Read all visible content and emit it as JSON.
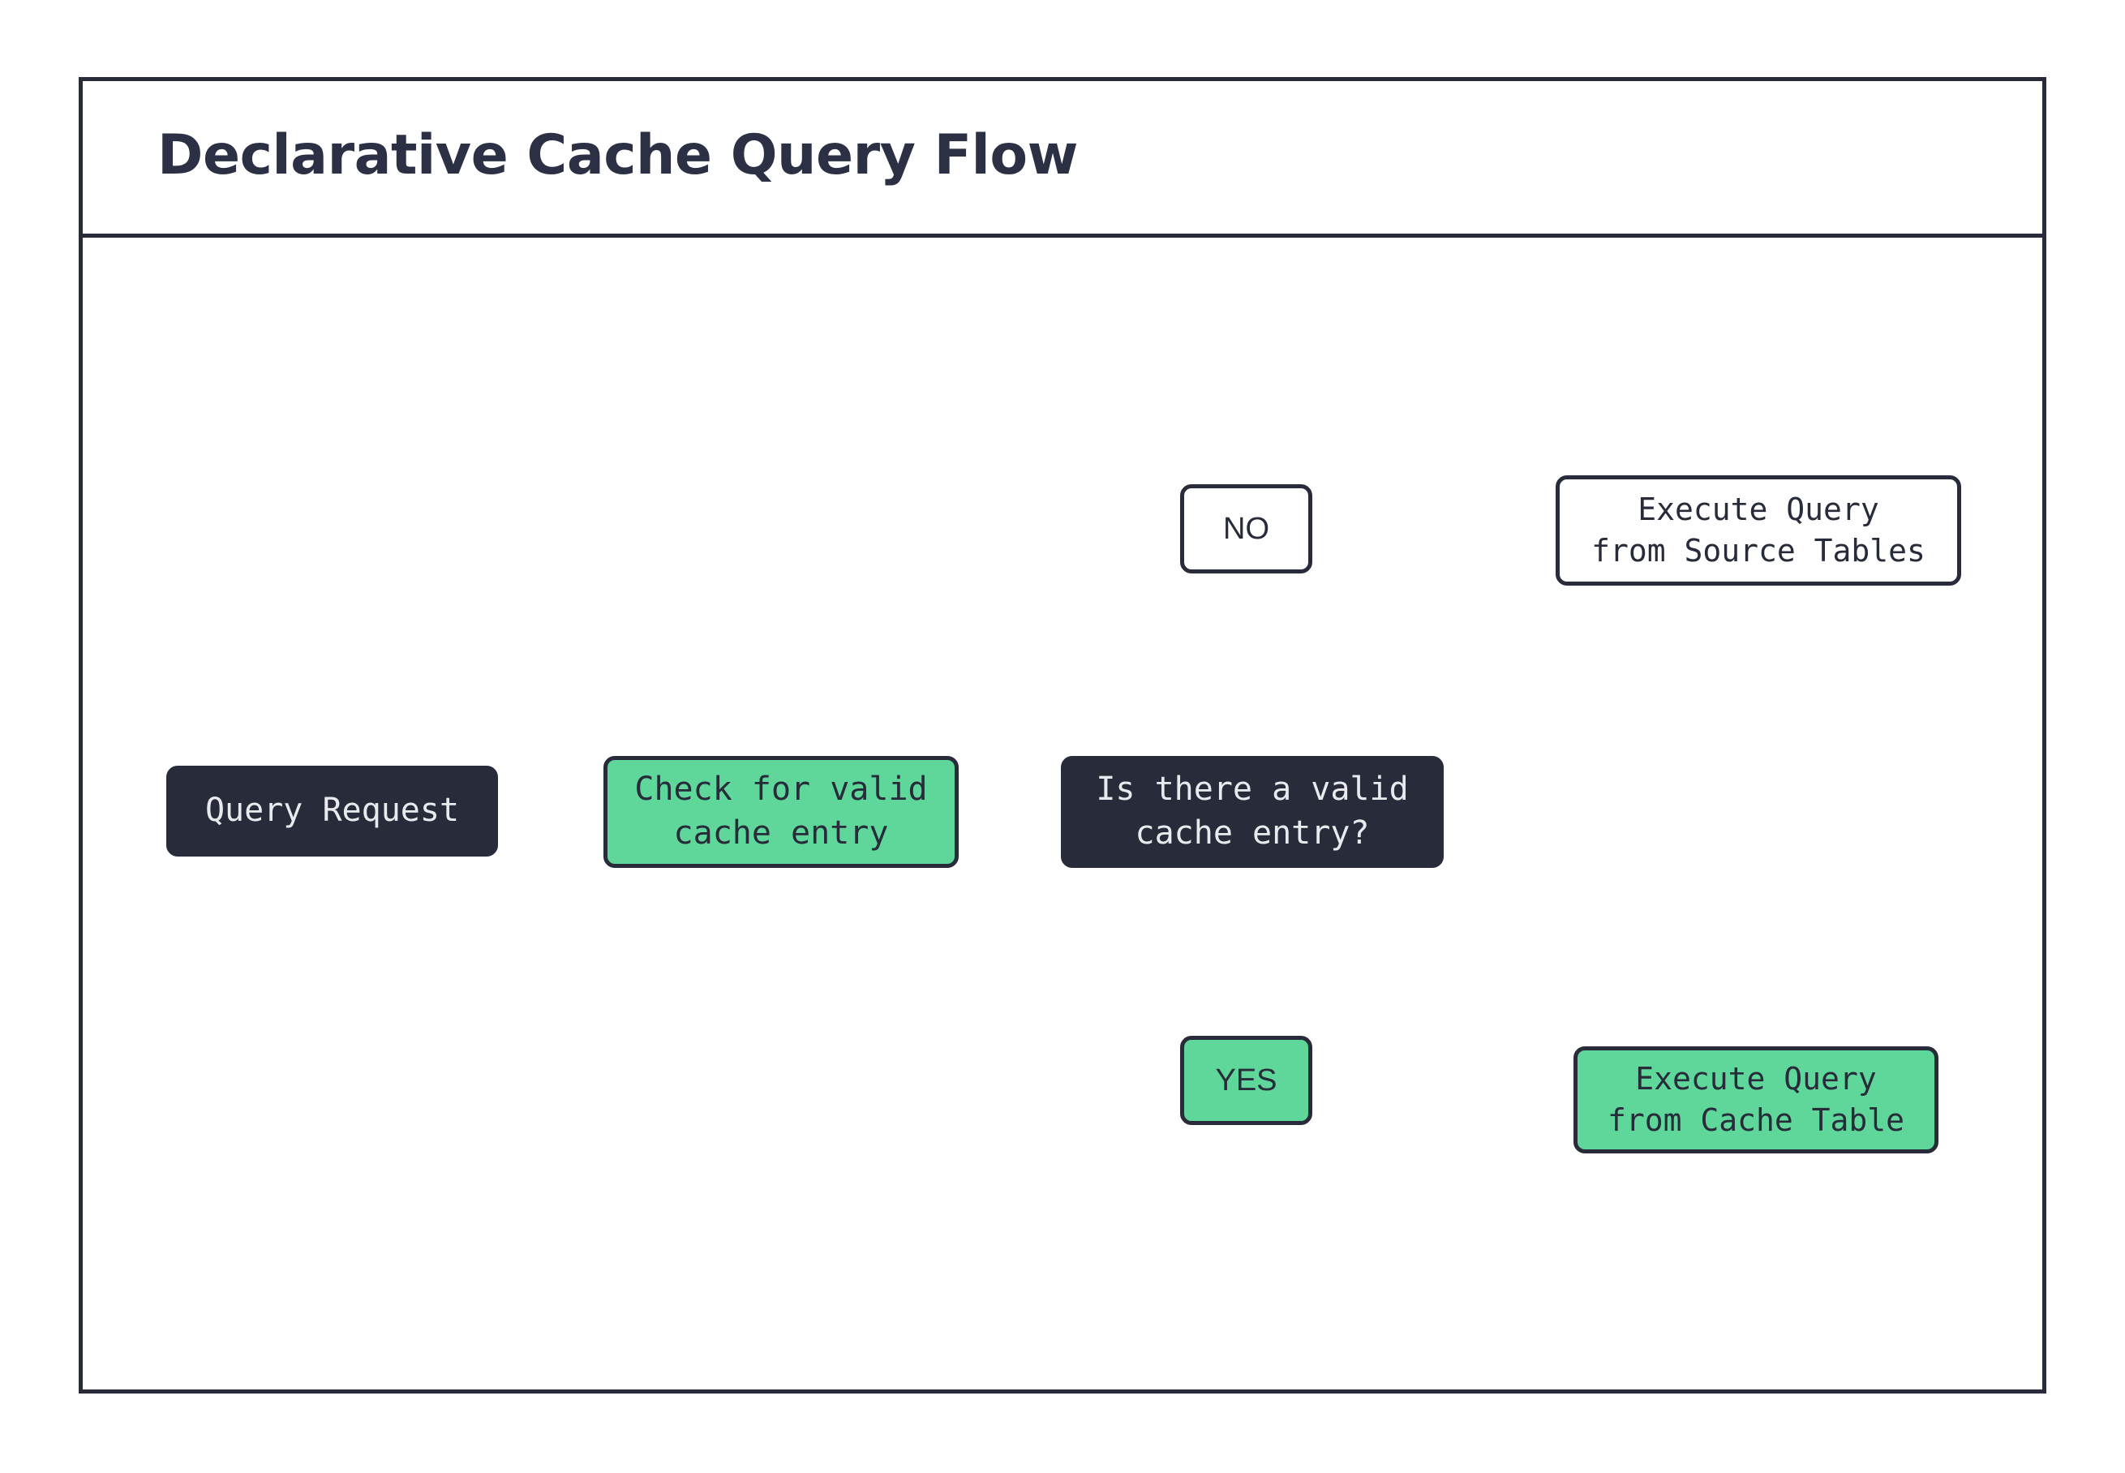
{
  "header": {
    "title": "Declarative Cache Query Flow"
  },
  "colors": {
    "ink": "#272b3a",
    "accent_green": "#5fd79a",
    "surface": "#ffffff",
    "text_on_dark": "#e8eaee"
  },
  "diagram": {
    "type": "flowchart",
    "orientation": "left-to-right",
    "nodes": [
      {
        "id": "query-request",
        "label": "Query Request",
        "shape": "rounded-rect",
        "style": "dark"
      },
      {
        "id": "check-cache",
        "label": "Check for valid\ncache entry",
        "shape": "rounded-rect",
        "style": "green"
      },
      {
        "id": "decision",
        "label": "Is there a valid\ncache entry?",
        "shape": "rounded-rect",
        "style": "dark"
      },
      {
        "id": "branch-no",
        "label": "NO",
        "shape": "rounded-rect",
        "style": "white"
      },
      {
        "id": "branch-yes",
        "label": "YES",
        "shape": "rounded-rect",
        "style": "green"
      },
      {
        "id": "exec-source",
        "label": "Execute Query\nfrom Source Tables",
        "shape": "rounded-rect",
        "style": "white"
      },
      {
        "id": "exec-cache",
        "label": "Execute Query\nfrom Cache Table",
        "shape": "rounded-rect",
        "style": "green"
      },
      {
        "id": "db-source",
        "label": "",
        "shape": "database-cylinder",
        "style": "outline"
      },
      {
        "id": "db-cache",
        "label": "",
        "shape": "database-cylinder",
        "style": "outline"
      }
    ],
    "edges": [
      {
        "from": "query-request",
        "to": "check-cache",
        "label": ""
      },
      {
        "from": "check-cache",
        "to": "decision",
        "label": ""
      },
      {
        "from": "decision",
        "to": "branch-no",
        "label": "NO"
      },
      {
        "from": "decision",
        "to": "branch-yes",
        "label": "YES"
      },
      {
        "from": "branch-no",
        "to": "db-source",
        "label": ""
      },
      {
        "from": "branch-yes",
        "to": "db-cache",
        "label": ""
      }
    ]
  }
}
